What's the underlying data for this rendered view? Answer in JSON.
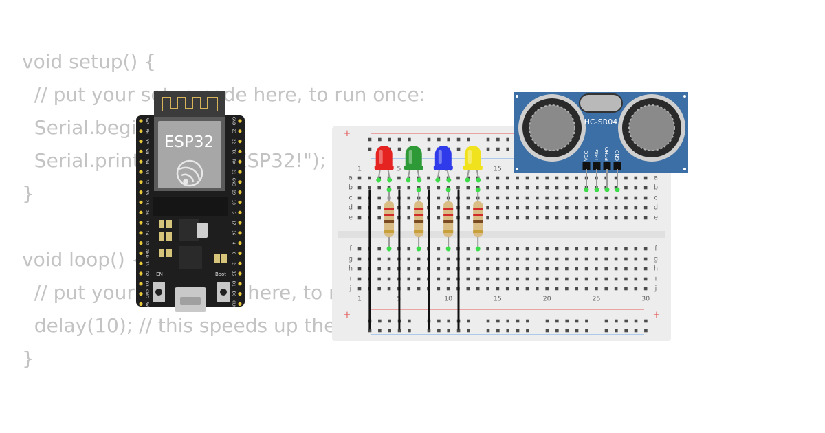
{
  "code_lines": [
    "void setup() {",
    "  // put your setup code here, to run once:",
    "  Serial.begin(115200);",
    "  Serial.println(\"Hello, ESP32!\");",
    "}",
    "",
    "void loop() {",
    "  // put your main code here, to run repeatedly:",
    "  delay(10); // this speeds up the simulation",
    "}"
  ],
  "esp32": {
    "label": "ESP32",
    "en_label": "EN",
    "boot_label": "Boot",
    "left_pins": [
      "3V3",
      "EN",
      "VP",
      "VN",
      "34",
      "35",
      "32",
      "33",
      "25",
      "26",
      "27",
      "14",
      "12",
      "GND",
      "13",
      "D2",
      "D3",
      "CMD",
      "5V"
    ],
    "right_pins": [
      "GND",
      "23",
      "22",
      "TX",
      "RX",
      "21",
      "GND",
      "19",
      "18",
      "5",
      "17",
      "16",
      "4",
      "0",
      "2",
      "15",
      "D1",
      "D0",
      "CLK"
    ]
  },
  "breadboard": {
    "rows_top": [
      "a",
      "b",
      "c",
      "d",
      "e"
    ],
    "rows_bottom": [
      "f",
      "g",
      "h",
      "i",
      "j"
    ],
    "col_labels": [
      "1",
      "5",
      "10",
      "15",
      "20",
      "25",
      "30"
    ],
    "plus_label": "+"
  },
  "leds": [
    {
      "name": "red-led",
      "color": "#e52421"
    },
    {
      "name": "green-led",
      "color": "#2e9a37"
    },
    {
      "name": "blue-led",
      "color": "#2f3bea"
    },
    {
      "name": "yellow-led",
      "color": "#f1e21e"
    }
  ],
  "sensor": {
    "label": "HC-SR04",
    "pins": [
      "VCC",
      "TRIG",
      "ECHO",
      "GND"
    ]
  },
  "colors": {
    "code_text": "#c3c3c3",
    "board": "#1e1e1e",
    "module": "#3c6fa6",
    "wire": "#111111"
  }
}
